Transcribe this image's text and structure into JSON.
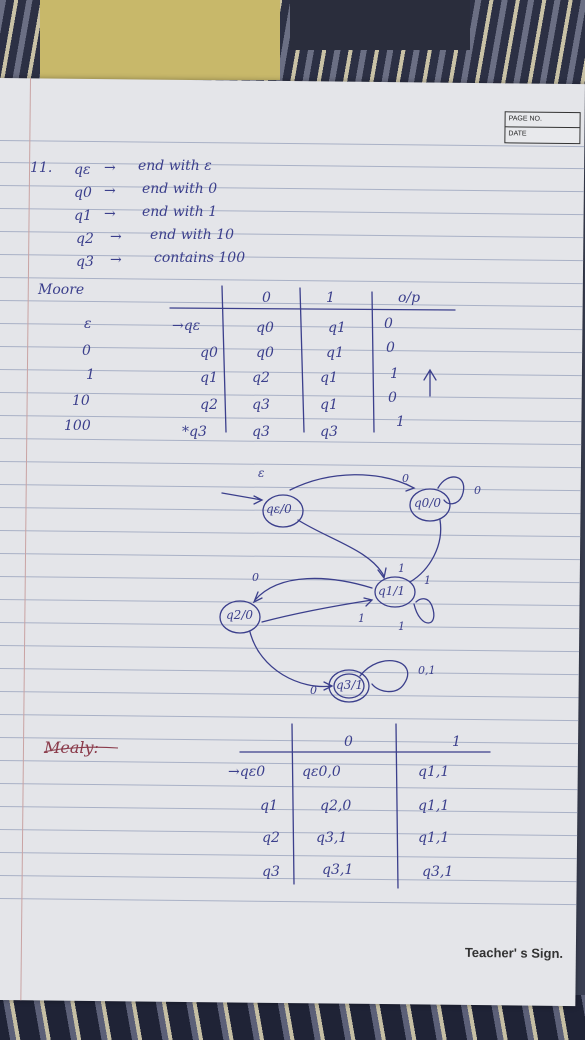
{
  "header_box": {
    "page_no_label": "PAGE NO.",
    "date_label": "DATE"
  },
  "footer": {
    "teacher_sign": "Teacher' s Sign."
  },
  "states_list": {
    "number": "11.",
    "items": [
      {
        "state": "qε",
        "arrow": "→",
        "meaning": "end with ε"
      },
      {
        "state": "q0",
        "arrow": "→",
        "meaning": "end with 0"
      },
      {
        "state": "q1",
        "arrow": "→",
        "meaning": "end with 1"
      },
      {
        "state": "q2",
        "arrow": "→",
        "meaning": "end with 10"
      },
      {
        "state": "q3",
        "arrow": "→",
        "meaning": "contains 100"
      }
    ]
  },
  "moore": {
    "label": "Moore",
    "headers": [
      "0",
      "1",
      "o/p"
    ],
    "rows": [
      {
        "input": "ε",
        "state": "→qε",
        "on0": "q0",
        "on1": "q1",
        "out": "0"
      },
      {
        "input": "0",
        "state": "q0",
        "on0": "q0",
        "on1": "q1",
        "out": "0"
      },
      {
        "input": "1",
        "state": "q1",
        "on0": "q2",
        "on1": "q1",
        "out": "1"
      },
      {
        "input": "10",
        "state": "q2",
        "on0": "q3",
        "on1": "q1",
        "out": "0"
      },
      {
        "input": "100",
        "state": "*q3",
        "on0": "q3",
        "on1": "q3",
        "out": "1"
      }
    ]
  },
  "diagram": {
    "start_label": "ε",
    "nodes": [
      {
        "id": "qε0",
        "label": "qε/0"
      },
      {
        "id": "q00",
        "label": "q0/0"
      },
      {
        "id": "q11",
        "label": "q1/1"
      },
      {
        "id": "q20",
        "label": "q2/0"
      },
      {
        "id": "q31",
        "label": "q3/1"
      }
    ],
    "edge_labels": [
      "0",
      "0",
      "1",
      "1",
      "0",
      "1",
      "1",
      "0",
      "0,1"
    ]
  },
  "mealy": {
    "label": "Mealy:",
    "headers": [
      "0",
      "1"
    ],
    "rows": [
      {
        "state": "→qε0",
        "on0": "qε0,0",
        "on1": "q1,1"
      },
      {
        "state": "q1",
        "on0": "q2,0",
        "on1": "q1,1"
      },
      {
        "state": "q2",
        "on0": "q3,1",
        "on1": "q1,1"
      },
      {
        "state": "q3",
        "on0": "q3,1",
        "on1": "q3,1"
      }
    ]
  }
}
